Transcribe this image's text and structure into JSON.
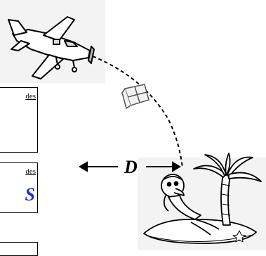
{
  "scene": {
    "distance_label": "D",
    "box1_tail": "des",
    "box2_tail": "des",
    "box2_letter": "S"
  },
  "colors": {
    "accent_blue": "#1c2fd6",
    "panel_bg": "#f3f3f3"
  },
  "icons": [
    "airplane-icon",
    "supply-package-icon",
    "island-castaway-icon",
    "left-arrow-icon",
    "right-arrow-icon"
  ]
}
